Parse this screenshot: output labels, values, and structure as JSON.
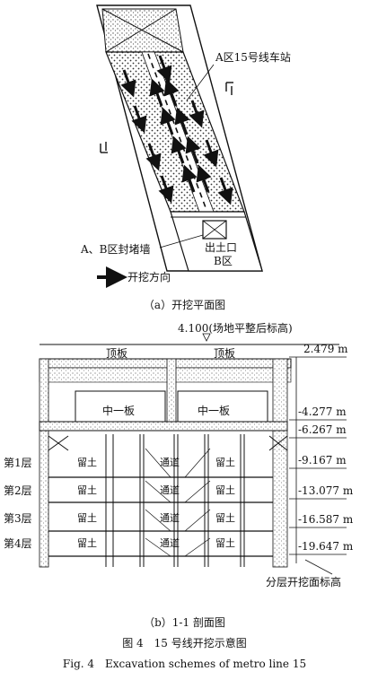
{
  "figure": {
    "plan": {
      "station_label": "A区15号线车站",
      "wall_label": "A、B区封堵墙",
      "outlet_label": "出土口",
      "zone_b_label": "B区",
      "legend_label": "开挖方向",
      "caption": "（a）开挖平面图"
    },
    "section": {
      "ground_label": "4.100(场地平整后标高)",
      "top_slab_left": "顶板",
      "top_slab_right": "顶板",
      "mid_slab_left": "中一板",
      "mid_slab_right": "中一板",
      "elevations": [
        "2.479 m",
        "-4.277 m",
        "-6.267 m",
        "-9.167 m",
        "-13.077 m",
        "-16.587 m",
        "-19.647 m"
      ],
      "layers": [
        "第1层",
        "第2层",
        "第3层",
        "第4层"
      ],
      "soil_label": "留土",
      "channel_label": "通道",
      "note": "分层开挖面标高",
      "caption": "（b）1-1 剖面图"
    },
    "caption_cn": "图 4　15 号线开挖示意图",
    "caption_en": "Fig. 4　Excavation schemes of metro line 15",
    "colors": {
      "ink": "#111111",
      "hatch": "#333333"
    }
  }
}
